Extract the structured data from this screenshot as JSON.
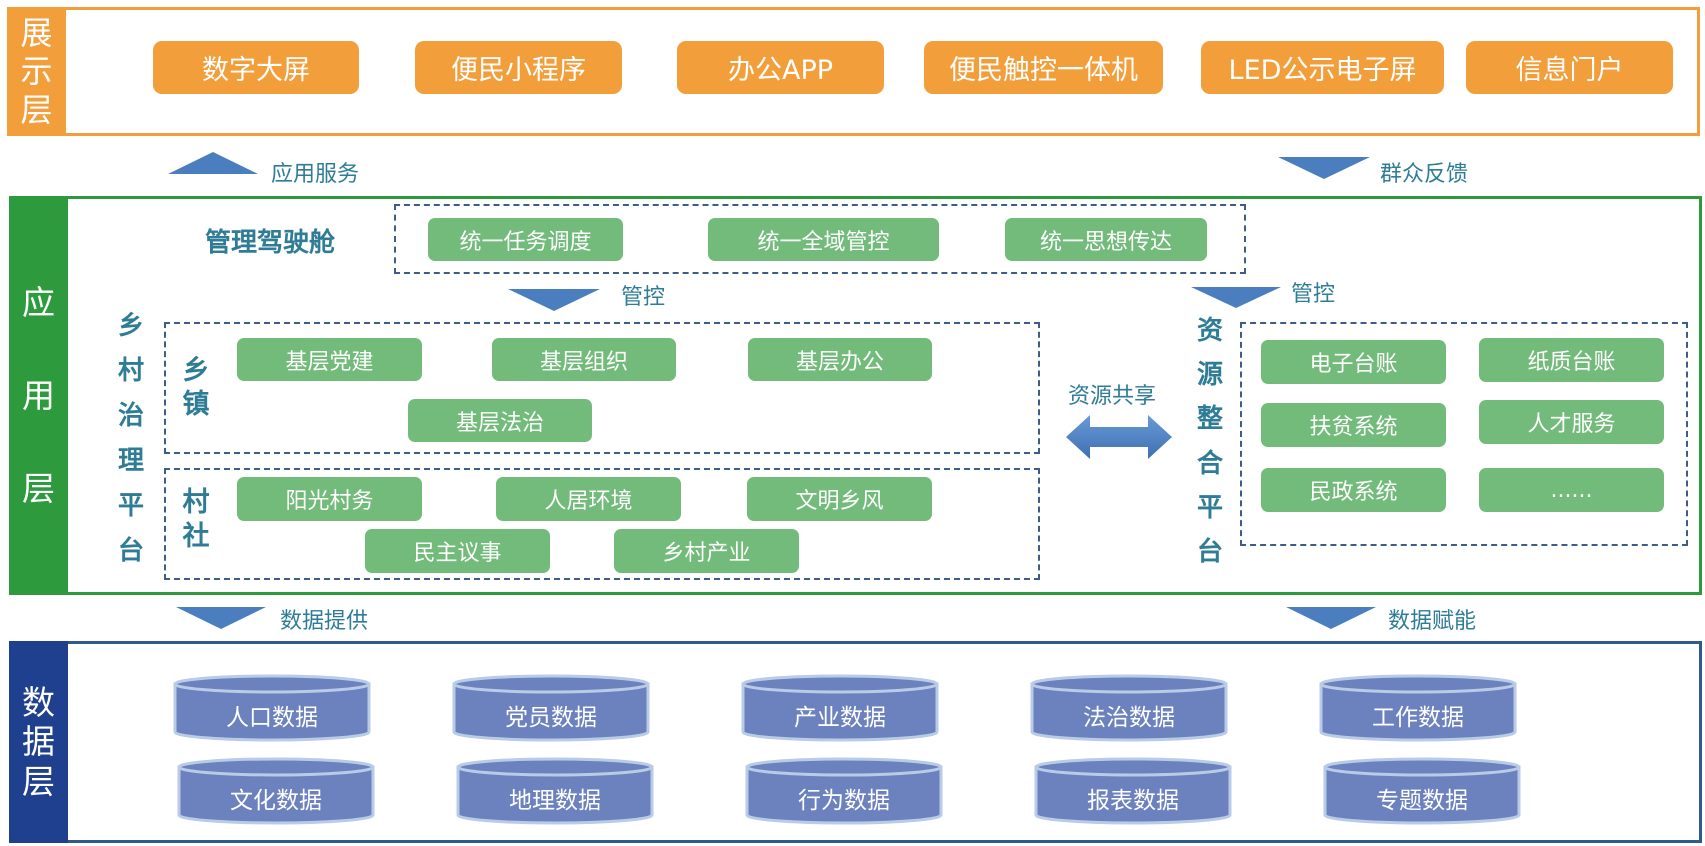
{
  "colors": {
    "display_layer": "#f29e3b",
    "application_layer": "#2e9a3e",
    "data_layer": "#1f3f8f",
    "module_green": "#72bb7b",
    "flow_text": "#2f7c96",
    "arrow_blue": "#4a7ebf",
    "cylinder_fill": "#6b82bf"
  },
  "display_layer": {
    "label": "展示层",
    "label_chars": [
      "展",
      "示",
      "层"
    ],
    "items": [
      "数字大屏",
      "便民小程序",
      "办公APP",
      "便民触控一体机",
      "LED公示电子屏",
      "信息门户"
    ]
  },
  "flows_top": {
    "left": {
      "label": "应用服务",
      "direction": "up"
    },
    "right": {
      "label": "群众反馈",
      "direction": "down"
    }
  },
  "application_layer": {
    "label": "应用层",
    "label_chars": [
      "应",
      "用",
      "层"
    ],
    "cockpit": {
      "title": "管理驾驶舱",
      "items": [
        "统一任务调度",
        "统一全域管控",
        "统一思想传达"
      ]
    },
    "control_left": "管控",
    "control_right": "管控",
    "rural_platform": {
      "title_chars": [
        "乡",
        "村",
        "治",
        "理",
        "平",
        "台"
      ],
      "township": {
        "label_chars": [
          "乡",
          "镇"
        ],
        "items": [
          "基层党建",
          "基层组织",
          "基层办公",
          "基层法治"
        ]
      },
      "village": {
        "label_chars": [
          "村",
          "社"
        ],
        "items": [
          "阳光村务",
          "人居环境",
          "文明乡风",
          "民主议事",
          "乡村产业"
        ]
      }
    },
    "resource_sharing": "资源共享",
    "resource_platform": {
      "title_chars": [
        "资",
        "源",
        "整",
        "合",
        "平",
        "台"
      ],
      "items": [
        "电子台账",
        "纸质台账",
        "扶贫系统",
        "人才服务",
        "民政系统",
        "......"
      ]
    }
  },
  "flows_bottom": {
    "left": {
      "label": "数据提供",
      "direction": "down"
    },
    "right": {
      "label": "数据赋能",
      "direction": "down"
    }
  },
  "data_layer": {
    "label": "数据层",
    "label_chars": [
      "数",
      "据",
      "层"
    ],
    "items": [
      "人口数据",
      "党员数据",
      "产业数据",
      "法治数据",
      "工作数据",
      "文化数据",
      "地理数据",
      "行为数据",
      "报表数据",
      "专题数据"
    ]
  }
}
